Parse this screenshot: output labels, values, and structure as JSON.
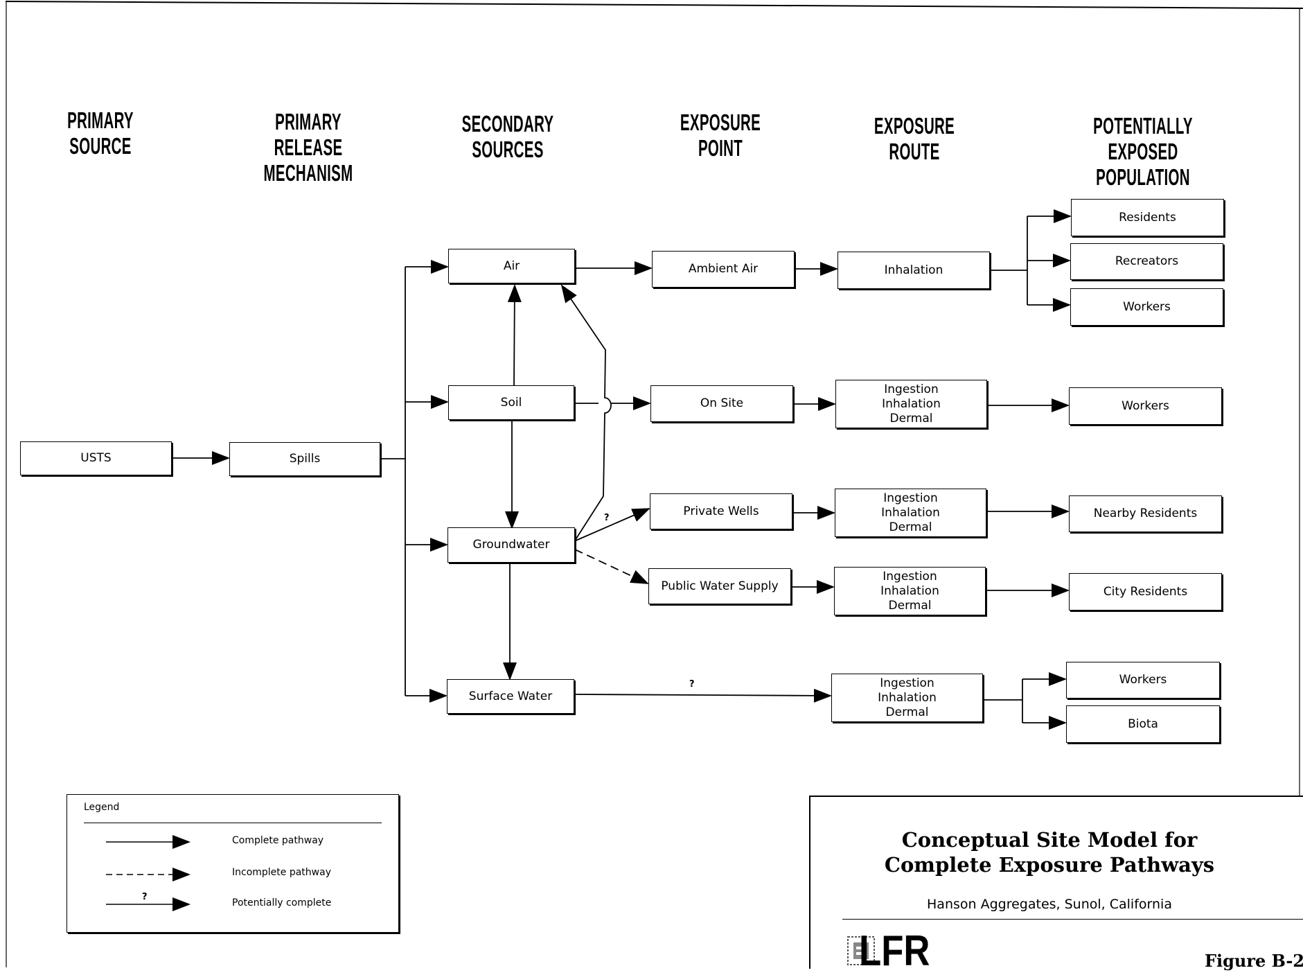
{
  "columns": [
    "PRIMARY SOURCE",
    "PRIMARY RELEASE\nMECHANISM",
    "SECONDARY\nSOURCES",
    "EXPOSURE POINT",
    "EXPOSURE ROUTE",
    "POTENTIALLY EXPOSED\nPOPULATION"
  ],
  "nodes": {
    "usts": "USTS",
    "spills": "Spills",
    "air": "Air",
    "soil": "Soil",
    "groundwater": "Groundwater",
    "surface_water": "Surface Water",
    "ambient_air": "Ambient Air",
    "on_site": "On Site",
    "private_wells": "Private Wells",
    "public_water_supply": "Public Water Supply",
    "inhalation": "Inhalation",
    "route_1": "Ingestion\nInhalation\nDermal",
    "route_2": "Ingestion\nInhalation\nDermal",
    "route_3": "Ingestion\nInhalation\nDermal",
    "route_4": "Ingestion\nInhalation\nDermal",
    "residents": "Residents",
    "recreators": "Recreators",
    "workers_1": "Workers",
    "workers_2": "Workers",
    "nearby_residents": "Nearby Residents",
    "city_residents": "City Residents",
    "workers_3": "Workers",
    "biota": "Biota"
  },
  "question_mark": "?",
  "legend": {
    "title": "Legend",
    "complete": "Complete pathway",
    "incomplete": "Incomplete pathway",
    "potential": "Potentially complete",
    "potential_mark": "?"
  },
  "title_block": {
    "title": "Conceptual Site Model for\nComplete Exposure Pathways",
    "subtitle": "Hanson Aggregates, Sunol, California",
    "logo": "LFR",
    "figure": "Figure B-2"
  }
}
